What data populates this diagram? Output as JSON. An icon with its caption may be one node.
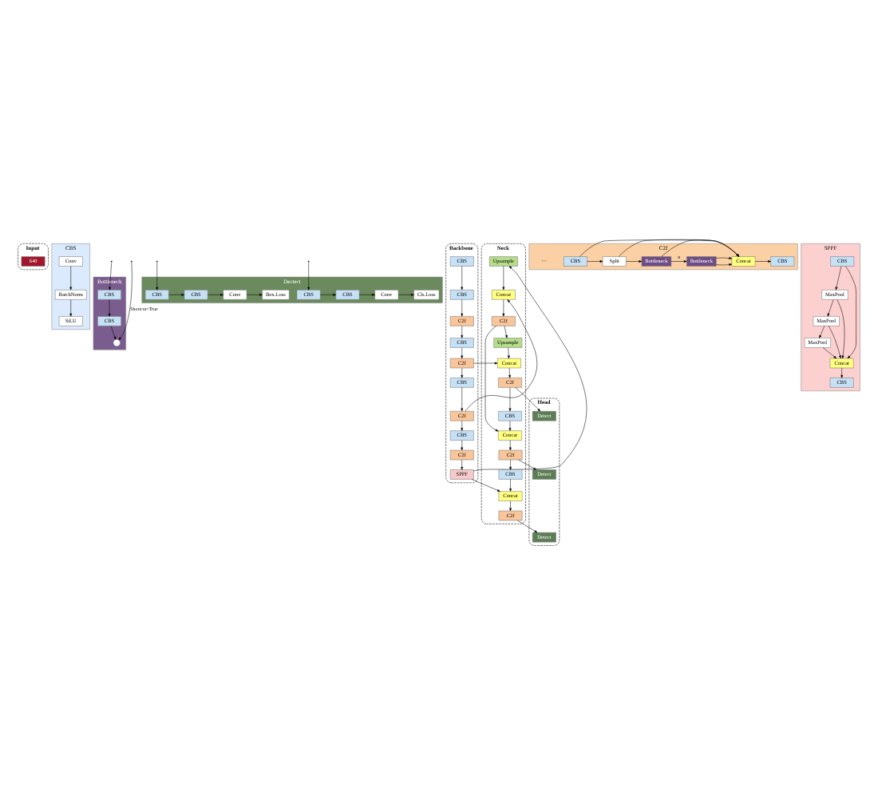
{
  "diagram": {
    "nodes": [
      {
        "text": [
          "Input"
        ]
      },
      {
        "text": [
          "640"
        ],
        "in": 0
      },
      {
        "text": [
          "CBS"
        ]
      },
      {
        "text": [
          "Conv"
        ],
        "in": 2
      },
      {
        "text": [
          "BatchNorm"
        ],
        "in": 2
      },
      {
        "text": [
          "SiLU"
        ],
        "in": 2
      },
      {
        "text": [
          "Bottleneck"
        ]
      },
      {
        "text": [
          "CBS"
        ],
        "in": 6
      },
      {
        "text": [
          "CBS"
        ],
        "in": 6
      },
      {
        "text": [],
        "shape": "circle",
        "in": 6
      },
      {
        "text": [
          "Dectect"
        ]
      },
      {
        "text": [
          "CBS"
        ],
        "in": 10
      },
      {
        "text": [
          "CBS"
        ],
        "in": 10
      },
      {
        "text": [
          "Conv"
        ],
        "in": 10
      },
      {
        "text": [
          "Box.Loss"
        ],
        "in": 10
      },
      {
        "text": [
          "CBS"
        ],
        "in": 10
      },
      {
        "text": [
          "CBS"
        ],
        "in": 10
      },
      {
        "text": [
          "Conv"
        ],
        "in": 10
      },
      {
        "text": [
          "Cls.Loss"
        ],
        "in": 10
      },
      {
        "text": [
          "Backbone"
        ]
      },
      {
        "text": [
          "CBS"
        ],
        "in": 19
      },
      {
        "text": [
          "CBS"
        ],
        "in": 19
      },
      {
        "text": [
          "C2f"
        ],
        "in": 19
      },
      {
        "text": [
          "CBS"
        ],
        "in": 19
      },
      {
        "text": [
          "C2f"
        ],
        "in": 19
      },
      {
        "text": [
          "CBS"
        ],
        "in": 19
      },
      {
        "text": [
          "C2f"
        ],
        "in": 19
      },
      {
        "text": [
          "CBS"
        ],
        "in": 19
      },
      {
        "text": [
          "C2f"
        ],
        "in": 19
      },
      {
        "text": [
          "SPPF"
        ],
        "in": 19
      },
      {
        "text": [
          "C2f"
        ]
      },
      {
        "text": [
          "CBS"
        ],
        "in": 30
      },
      {
        "text": [
          "Split"
        ],
        "in": 30
      },
      {
        "text": [
          "Bottleneck"
        ],
        "in": 30
      },
      {
        "text": [
          "Bottleneck"
        ],
        "in": 30
      },
      {
        "text": [
          "Concat"
        ],
        "in": 30
      },
      {
        "text": [
          "CBS"
        ],
        "in": 30
      },
      {
        "text": [
          "Neck"
        ]
      },
      {
        "text": [
          "C2f"
        ],
        "in": 37
      },
      {
        "text": [
          "Concat"
        ],
        "in": 37
      },
      {
        "text": [
          "Upsample"
        ],
        "in": 37
      },
      {
        "text": [
          "C2f"
        ],
        "in": 37
      },
      {
        "text": [
          "Concat"
        ],
        "in": 37
      },
      {
        "text": [
          "Upsample"
        ],
        "in": 37
      },
      {
        "text": [
          "CBS"
        ],
        "in": 37
      },
      {
        "text": [
          "Concat"
        ],
        "in": 37
      },
      {
        "text": [
          "C2f"
        ],
        "in": 37
      },
      {
        "text": [
          "CBS"
        ],
        "in": 37
      },
      {
        "text": [
          "Concat"
        ],
        "in": 37
      },
      {
        "text": [
          "C2f"
        ],
        "in": 37
      },
      {
        "text": [
          "Head"
        ]
      },
      {
        "text": [
          "Detect"
        ],
        "in": 50
      },
      {
        "text": [
          "Detect"
        ],
        "in": 50
      },
      {
        "text": [
          "Detect"
        ],
        "in": 50
      },
      {
        "text": [
          "SPPF"
        ]
      },
      {
        "text": [
          "CBS"
        ],
        "in": 54
      },
      {
        "text": [
          "MaxPool"
        ],
        "in": 54
      },
      {
        "text": [
          "MaxPool"
        ],
        "in": 54
      },
      {
        "text": [
          "MaxPool"
        ],
        "in": 54
      },
      {
        "text": [
          "Concat"
        ],
        "in": 54
      },
      {
        "text": [
          "CBS"
        ],
        "in": 54
      }
    ],
    "edges": [
      {
        "from": 3,
        "to": 4,
        "arrow": "to"
      },
      {
        "from": 4,
        "to": 5,
        "arrow": "to"
      },
      {
        "from": null,
        "to": 7,
        "arrow": "to"
      },
      {
        "from": 7,
        "to": 8,
        "arrow": "to"
      },
      {
        "from": 8,
        "to": 9,
        "arrow": "to"
      },
      {
        "from": null,
        "to": 9,
        "arrow": "to",
        "label": "Shortcut=True"
      },
      {
        "from": null,
        "to": 11,
        "arrow": "to"
      },
      {
        "from": null,
        "to": 15,
        "arrow": "to"
      },
      {
        "from": 11,
        "to": 12,
        "arrow": "to"
      },
      {
        "from": 12,
        "to": 13,
        "arrow": "to"
      },
      {
        "from": 13,
        "to": 14,
        "arrow": "to"
      },
      {
        "from": 15,
        "to": 16,
        "arrow": "to"
      },
      {
        "from": 16,
        "to": 17,
        "arrow": "to"
      },
      {
        "from": 17,
        "to": 18,
        "arrow": "to"
      },
      {
        "from": 20,
        "to": 21,
        "arrow": "to"
      },
      {
        "from": 21,
        "to": 22,
        "arrow": "to"
      },
      {
        "from": 22,
        "to": 23,
        "arrow": "to"
      },
      {
        "from": 23,
        "to": 24,
        "arrow": "to"
      },
      {
        "from": 24,
        "to": 25,
        "arrow": "to"
      },
      {
        "from": 25,
        "to": 26,
        "arrow": "to"
      },
      {
        "from": 26,
        "to": 27,
        "arrow": "to"
      },
      {
        "from": 27,
        "to": 28,
        "arrow": "to"
      },
      {
        "from": 28,
        "to": 29,
        "arrow": "to"
      },
      {
        "from": 31,
        "to": 32,
        "arrow": "to"
      },
      {
        "from": 32,
        "to": 33,
        "arrow": "to"
      },
      {
        "from": 33,
        "to": 34,
        "arrow": "to",
        "label": "n"
      },
      {
        "from": 34,
        "to": 35,
        "arrow": "to"
      },
      {
        "from": 35,
        "to": 36,
        "arrow": "to"
      },
      {
        "from": 31,
        "to": 35,
        "arrow": "to"
      },
      {
        "from": 32,
        "to": 35,
        "arrow": "to"
      },
      {
        "from": 33,
        "to": 35,
        "arrow": "to"
      },
      {
        "from": 34,
        "to": 35,
        "arrow": "to"
      },
      {
        "from": 24,
        "to": 39,
        "arrow": "to"
      },
      {
        "from": 26,
        "to": 42,
        "arrow": "to"
      },
      {
        "from": 29,
        "to": 43,
        "arrow": "to"
      },
      {
        "from": 29,
        "to": 48,
        "arrow": "to"
      },
      {
        "from": 43,
        "to": 42,
        "arrow": "to"
      },
      {
        "from": 42,
        "to": 41,
        "arrow": "to"
      },
      {
        "from": 41,
        "to": 40,
        "arrow": "to"
      },
      {
        "from": 40,
        "to": 39,
        "arrow": "to"
      },
      {
        "from": 39,
        "to": 38,
        "arrow": "to"
      },
      {
        "from": 41,
        "to": 45,
        "arrow": "to"
      },
      {
        "from": 38,
        "to": 44,
        "arrow": "to"
      },
      {
        "from": 38,
        "to": 51,
        "arrow": "to"
      },
      {
        "from": 44,
        "to": 45,
        "arrow": "to"
      },
      {
        "from": 45,
        "to": 46,
        "arrow": "to"
      },
      {
        "from": 46,
        "to": 47,
        "arrow": "to"
      },
      {
        "from": 46,
        "to": 52,
        "arrow": "to"
      },
      {
        "from": 47,
        "to": 48,
        "arrow": "to"
      },
      {
        "from": 48,
        "to": 49,
        "arrow": "to"
      },
      {
        "from": 49,
        "to": 53,
        "arrow": "to"
      },
      {
        "from": 55,
        "to": 56,
        "arrow": "to"
      },
      {
        "from": 56,
        "to": 57,
        "arrow": "to"
      },
      {
        "from": 57,
        "to": 58,
        "arrow": "to"
      },
      {
        "from": 58,
        "to": 59,
        "arrow": "to"
      },
      {
        "from": 55,
        "to": 59,
        "arrow": "to"
      },
      {
        "from": 56,
        "to": 59,
        "arrow": "to"
      },
      {
        "from": 57,
        "to": 59,
        "arrow": "to"
      },
      {
        "from": 59,
        "to": 60,
        "arrow": "to"
      }
    ],
    "labels": [
      "···"
    ]
  }
}
